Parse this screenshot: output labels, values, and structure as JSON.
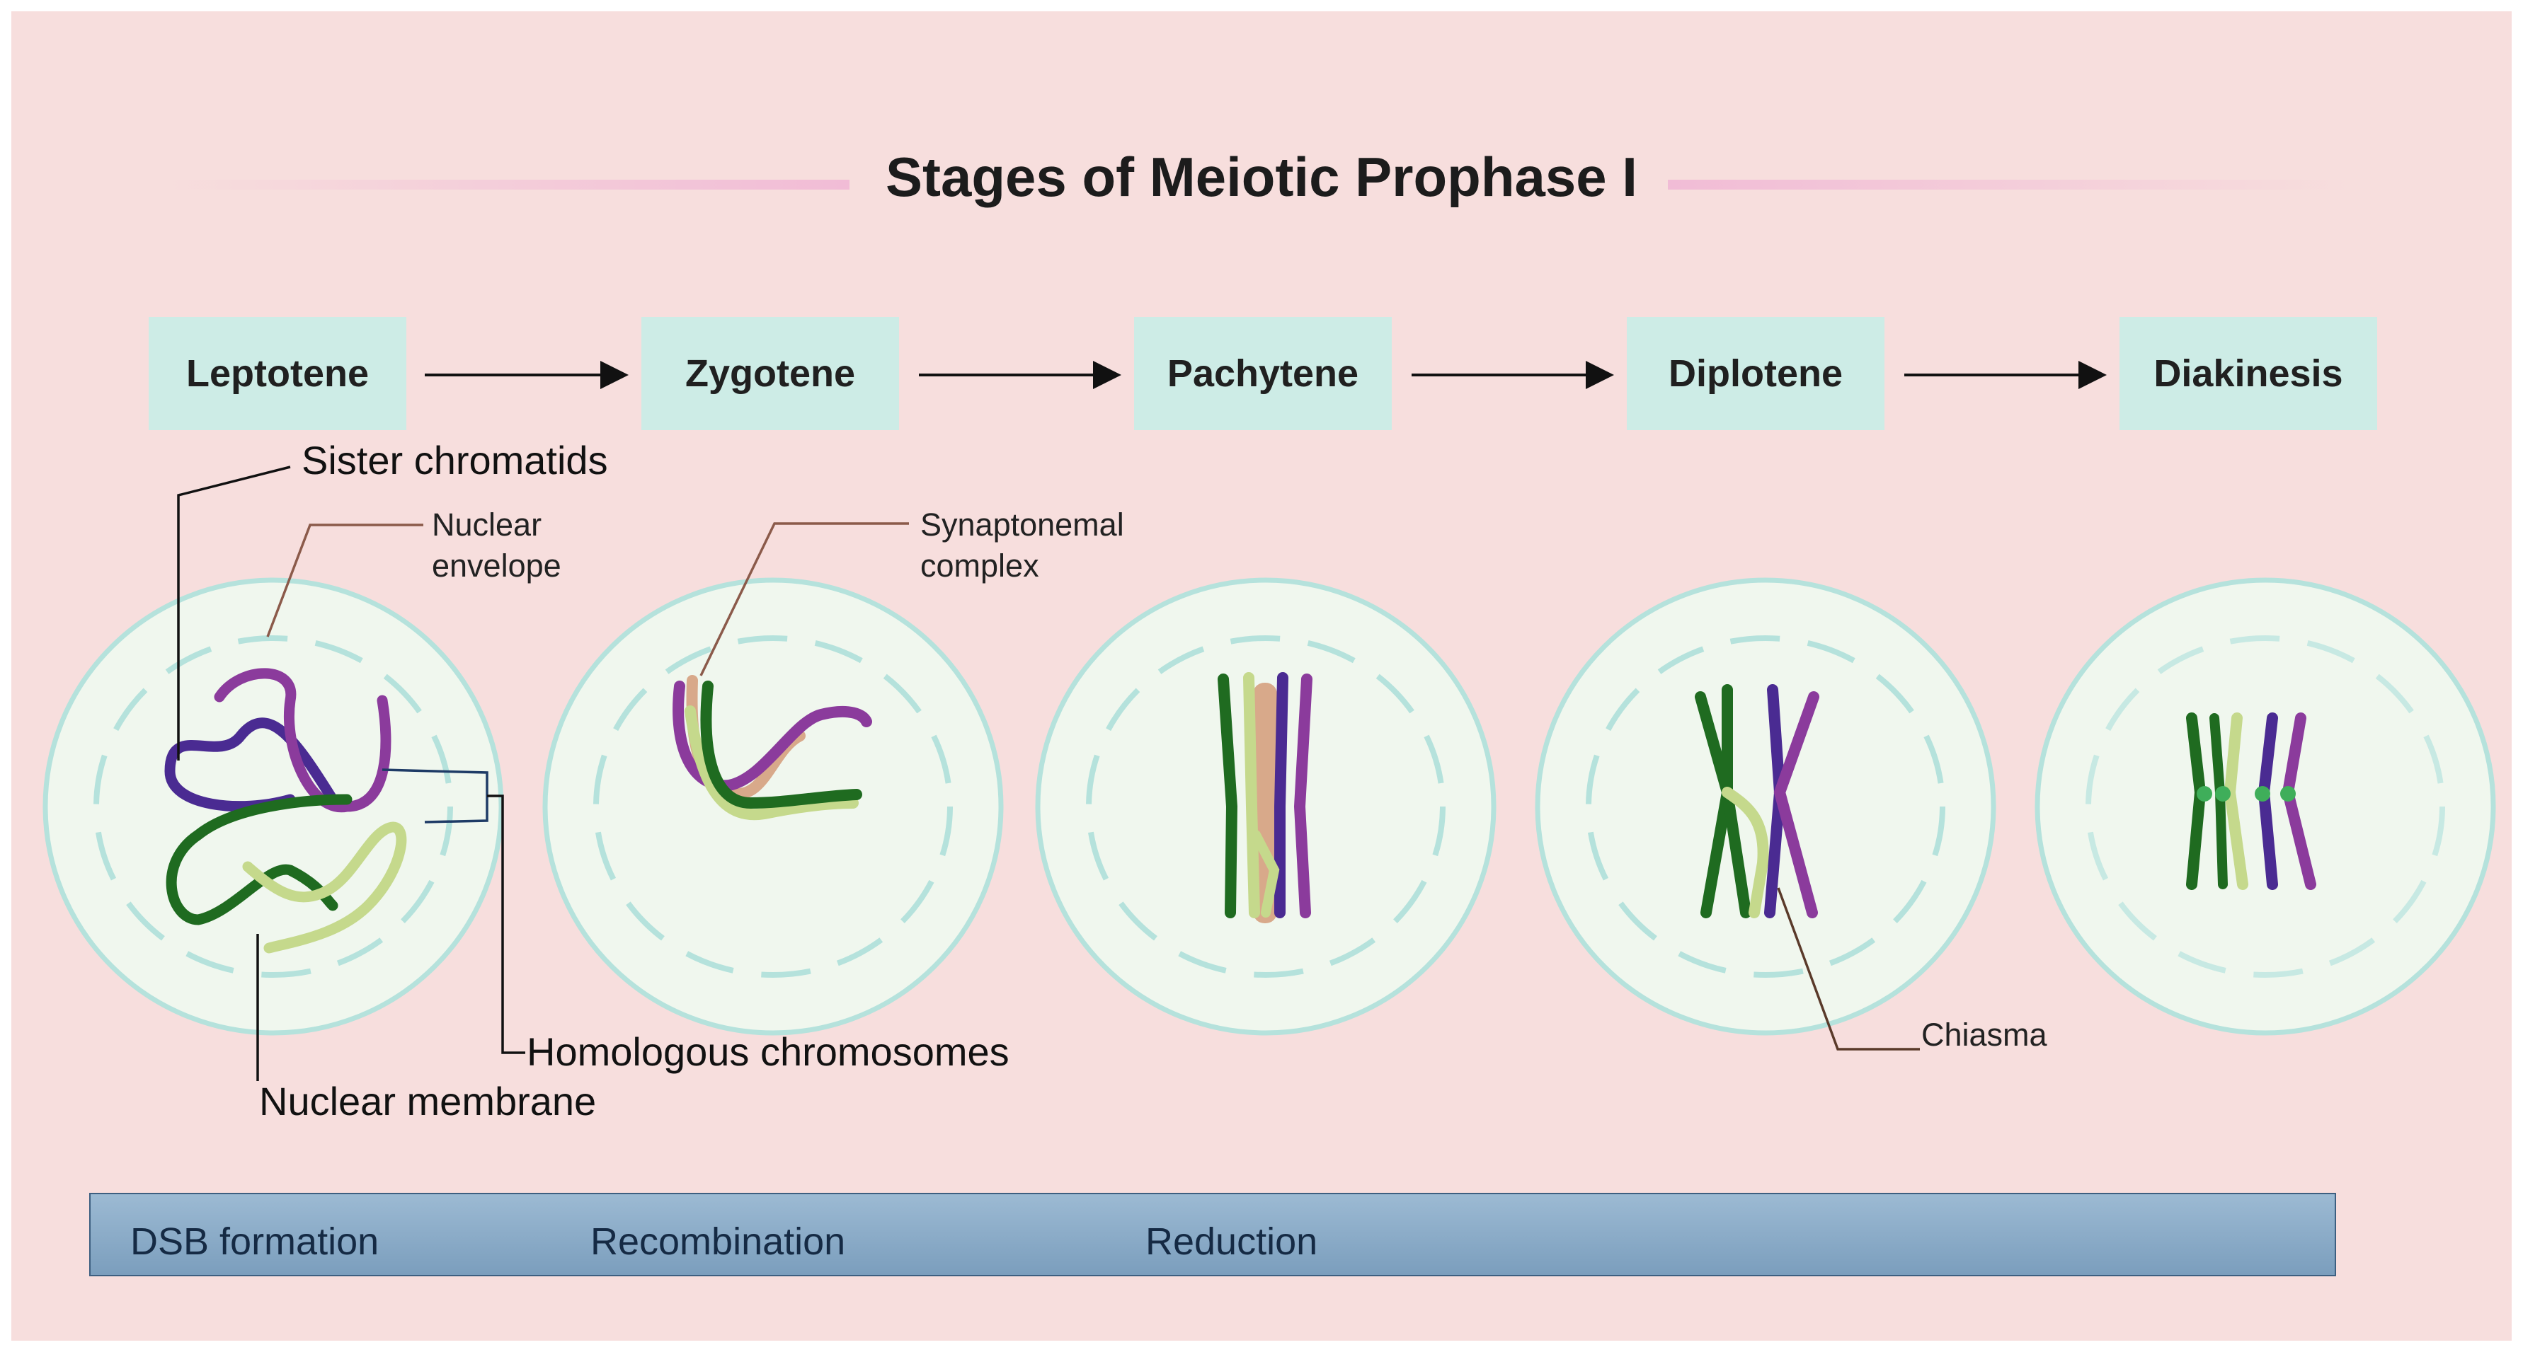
{
  "title": "Stages of Meiotic Prophase I",
  "stages": [
    "Leptotene",
    "Zygotene",
    "Pachytene",
    "Diplotene",
    "Diakinesis"
  ],
  "labels": {
    "sister_chromatids": "Sister chromatids",
    "nuclear_envelope_1": "Nuclear",
    "nuclear_envelope_2": "envelope",
    "synaptonemal_1": "Synaptonemal",
    "synaptonemal_2": "complex",
    "homologous": "Homologous chromosomes",
    "nuclear_membrane": "Nuclear membrane",
    "chiasma": "Chiasma"
  },
  "processes": [
    "DSB formation",
    "Recombination",
    "Reduction"
  ],
  "colors": {
    "background": "#f7dedd",
    "stage_box": "#cdece6",
    "cell_fill": "#f0f7ee",
    "cell_outline": "#b5e2dc",
    "dark_green": "#1f6b20",
    "light_green": "#c5d98c",
    "purple": "#8b3b9c",
    "dark_purple": "#4a2b92",
    "tan": "#d8a98a",
    "process_bar": "#8aacc8"
  }
}
